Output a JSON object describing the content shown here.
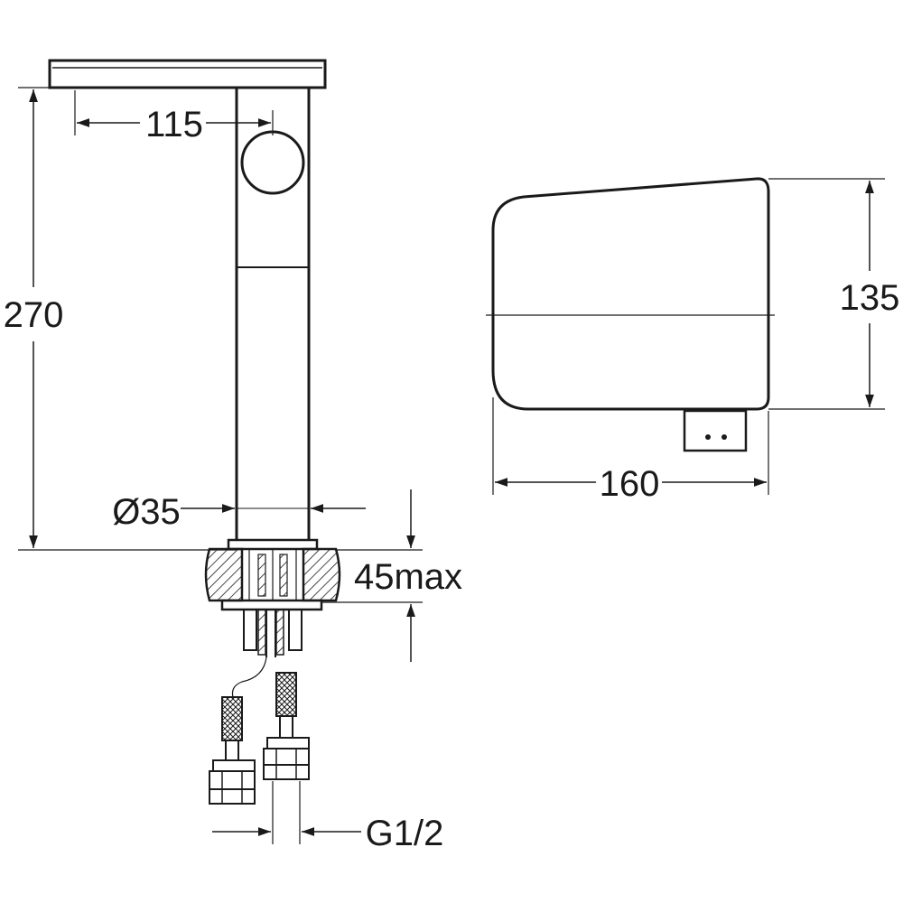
{
  "dimensions": {
    "spout_reach": "115",
    "height": "270",
    "body_diameter": "Ø35",
    "mount_thickness": "45max",
    "connection_thread": "G1/2",
    "box_height": "135",
    "box_width": "160"
  },
  "colors": {
    "line": "#1a1a1a",
    "background": "#ffffff"
  }
}
